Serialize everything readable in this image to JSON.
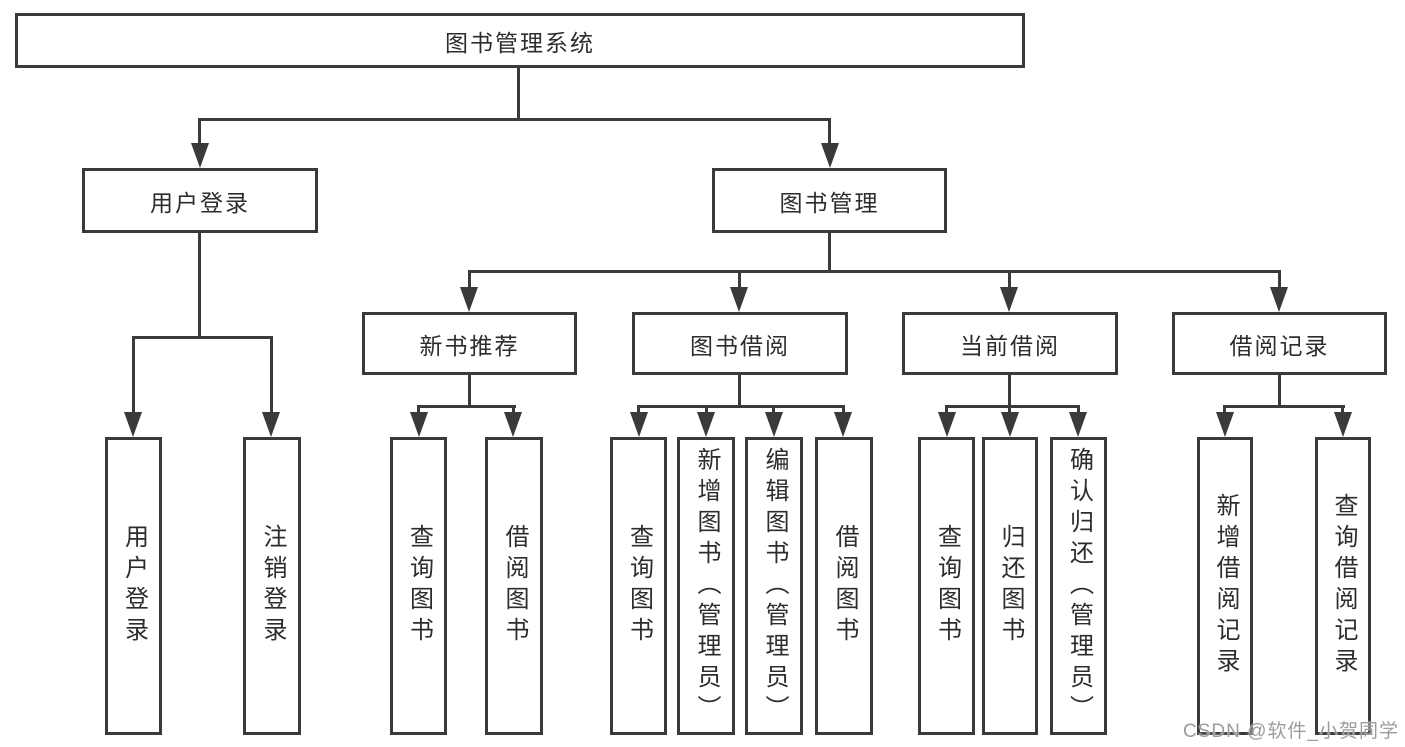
{
  "diagram": {
    "type": "tree-functional-structure",
    "nodes": {
      "root": "图书管理系统",
      "user_login": "用户登录",
      "book_management": "图书管理",
      "new_book_recommend": "新书推荐",
      "book_borrowing": "图书借阅",
      "current_borrowing": "当前借阅",
      "borrowing_records": "借阅记录",
      "ul_user_login": "用户登录",
      "ul_logout": "注销登录",
      "nbr_query_books": "查询图书",
      "nbr_borrow_books": "借阅图书",
      "bb_query_books": "查询图书",
      "bb_add_books": "新增图书（管理员）",
      "bb_edit_books": "编辑图书（管理员）",
      "bb_borrow_books": "借阅图书",
      "cb_query_books": "查询图书",
      "cb_return_books": "归还图书",
      "cb_confirm_return": "确认归还（管理员）",
      "br_add_record": "新增借阅记录",
      "br_query_record": "查询借阅记录"
    },
    "hierarchy": {
      "图书管理系统": {
        "用户登录": [
          "用户登录",
          "注销登录"
        ],
        "图书管理": {
          "新书推荐": [
            "查询图书",
            "借阅图书"
          ],
          "图书借阅": [
            "查询图书",
            "新增图书（管理员）",
            "编辑图书（管理员）",
            "借阅图书"
          ],
          "当前借阅": [
            "查询图书",
            "归还图书",
            "确认归还（管理员）"
          ],
          "借阅记录": [
            "新增借阅记录",
            "查询借阅记录"
          ]
        }
      }
    }
  },
  "watermark": {
    "text": "CSDN @软件_小贺同学"
  },
  "colors": {
    "line": "#3a3a3a",
    "border": "#3a3a3a",
    "text": "#2d2d2d",
    "watermark": "#9c9c9c",
    "background": "#ffffff"
  }
}
